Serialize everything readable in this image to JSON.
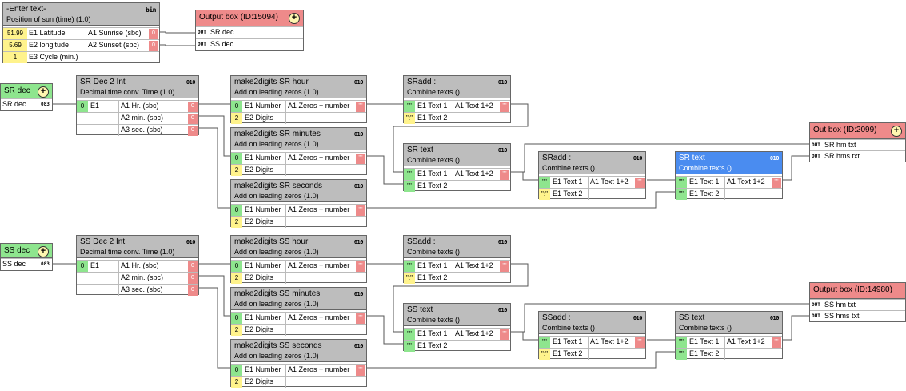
{
  "enter_text": {
    "title": "-Enter text-",
    "badge": "bin",
    "subtitle": "Position of sun (time) (1.0)",
    "inputs": [
      {
        "value": "51.99",
        "label": "E1 Latitude"
      },
      {
        "value": "5.69",
        "label": "E2 longitude"
      },
      {
        "value": "1",
        "label": "E3 Cycle (min.)"
      }
    ],
    "outputs": [
      {
        "label": "A1 Sunrise (sbc)",
        "value": "0"
      },
      {
        "label": "A2 Sunset (sbc)",
        "value": "0"
      }
    ]
  },
  "output_box_top": {
    "title": "Output box (ID:15094)",
    "rows": [
      {
        "tag": "OUT",
        "label": "SR dec"
      },
      {
        "tag": "OUT",
        "label": "SS dec"
      }
    ]
  },
  "sr_input": {
    "title": "SR dec",
    "row_label": "SR dec",
    "row_tag": "083"
  },
  "ss_input": {
    "title": "SS dec",
    "row_label": "SS dec",
    "row_tag": "083"
  },
  "sr_int": {
    "title": "SR Dec 2 Int",
    "subtitle": "Decimal time conv. Time (1.0)",
    "badge": "010",
    "input": {
      "value": "0",
      "label": "E1"
    },
    "outputs": [
      {
        "label": "A1 Hr. (sbc)",
        "value": "0"
      },
      {
        "label": "A2 min. (sbc)",
        "value": "0"
      },
      {
        "label": "A3 sec. (sbc)",
        "value": "0"
      }
    ]
  },
  "ss_int": {
    "title": "SS Dec 2 Int",
    "subtitle": "Decimal time conv. Time (1.0)",
    "badge": "010",
    "input": {
      "value": "0",
      "label": "E1"
    },
    "outputs": [
      {
        "label": "A1 Hr. (sbc)",
        "value": "0"
      },
      {
        "label": "A2 min. (sbc)",
        "value": "0"
      },
      {
        "label": "A3 sec. (sbc)",
        "value": "0"
      }
    ]
  },
  "m2d": {
    "subtitle": "Add on leading zeros (1.0)",
    "badge": "010",
    "in1": {
      "value": "0",
      "label": "E1 Number"
    },
    "in2": {
      "value": "2",
      "label": "E2 Digits"
    },
    "out": {
      "label": "A1 Zeros + number",
      "value": "\"\""
    },
    "titles": {
      "sr_hour": "make2digits SR hour",
      "sr_min": "make2digits SR minutes",
      "sr_sec": "make2digits SR seconds",
      "ss_hour": "make2digits SS hour",
      "ss_min": "make2digits SS minutes",
      "ss_sec": "make2digits SS seconds"
    }
  },
  "ct": {
    "subtitle": "Combine texts ()",
    "badge": "010",
    "in1": {
      "value": "\"\"",
      "label": "E1 Text 1"
    },
    "in2_default": {
      "value": "\"\"",
      "label": "E1 Text 2"
    },
    "in2_colon": {
      "value": "\":\"",
      "label": "E1 Text 2"
    },
    "out": {
      "label": "A1 Text 1+2",
      "value": "\"\""
    },
    "titles": {
      "sr_add1": "SRadd :",
      "sr_text1": "SR text",
      "sr_add2": "SRadd :",
      "sr_text2": "SR text",
      "ss_add1": "SSadd :",
      "ss_text1": "SS text",
      "ss_add2": "SSadd :",
      "ss_text2": "SS text"
    }
  },
  "out_box_sr": {
    "title": "Out box (ID:2099)",
    "rows": [
      {
        "tag": "OUT",
        "label": "SR hm txt"
      },
      {
        "tag": "OUT",
        "label": "SR hms txt"
      }
    ]
  },
  "out_box_ss": {
    "title": "Output box (ID:14980)",
    "rows": [
      {
        "tag": "OUT",
        "label": "SS hm txt"
      },
      {
        "tag": "OUT",
        "label": "SS hms txt"
      }
    ]
  }
}
